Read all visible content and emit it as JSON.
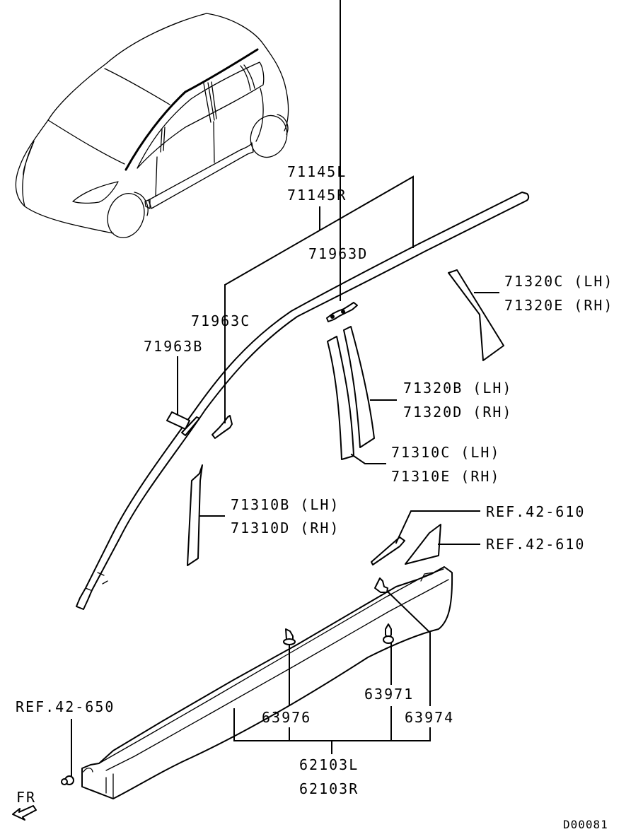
{
  "diagram": {
    "type": "parts-exploded-view",
    "colors": {
      "line": "#000000",
      "background": "#ffffff"
    },
    "labels": {
      "p71145L": "71145L",
      "p71145R": "71145R",
      "p71963D": "71963D",
      "p71320C": "71320C (LH)",
      "p71320E": "71320E (RH)",
      "p71963C": "71963C",
      "p71963B": "71963B",
      "p71320B": "71320B (LH)",
      "p71320D": "71320D (RH)",
      "p71310C": "71310C (LH)",
      "p71310E": "71310E (RH)",
      "p71310B": "71310B (LH)",
      "p71310D": "71310D (RH)",
      "ref1": "REF.42-610",
      "ref2": "REF.42-610",
      "ref650": "REF.42-650",
      "p63971": "63971",
      "p63976": "63976",
      "p63974": "63974",
      "p62103L": "62103L",
      "p62103R": "62103R",
      "fr": "FR",
      "code": "D00081"
    }
  }
}
